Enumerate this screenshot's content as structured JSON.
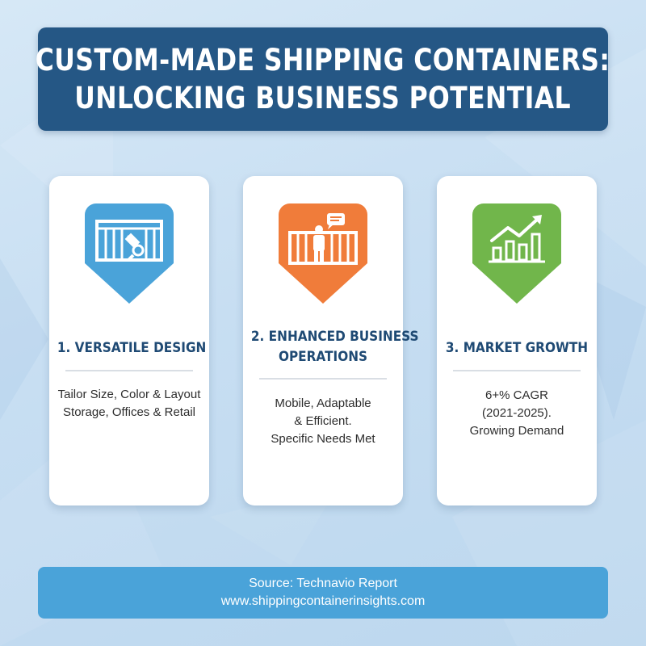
{
  "title": {
    "line1": "CUSTOM-MADE SHIPPING CONTAINERS:",
    "line2": "UNLOCKING BUSINESS POTENTIAL"
  },
  "cards": [
    {
      "icon": "container-wrench-icon",
      "icon_color": "#4aa3d9",
      "heading": [
        "1. VERSATILE DESIGN"
      ],
      "body": [
        "Tailor Size, Color & Layout",
        "Storage, Offices & Retail"
      ]
    },
    {
      "icon": "container-person-speech-icon",
      "icon_color": "#f07c3a",
      "heading": [
        "2. ENHANCED BUSINESS",
        "OPERATIONS"
      ],
      "body": [
        "Mobile, Adaptable",
        "& Efficient.",
        "Specific Needs Met"
      ]
    },
    {
      "icon": "growth-chart-icon",
      "icon_color": "#71b64b",
      "heading": [
        "3. MARKET GROWTH"
      ],
      "body": [
        "6+% CAGR",
        "(2021-2025).",
        "Growing Demand"
      ]
    }
  ],
  "source": {
    "line1": "Source: Technavio Report",
    "line2": "www.shippingcontainerinsights.com"
  },
  "colors": {
    "banner": "#255785",
    "heading_text": "#1f4a74",
    "source_bar": "#4aa3d9",
    "background": "#c7def2"
  }
}
